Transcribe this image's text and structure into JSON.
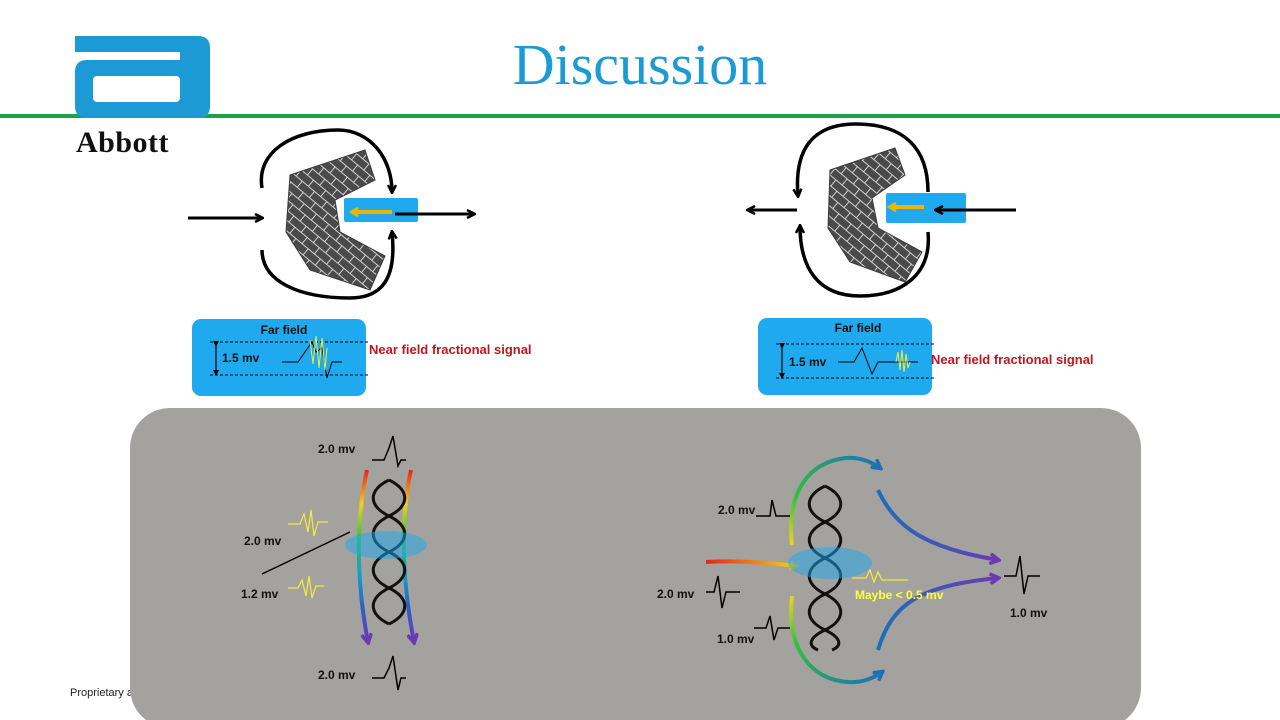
{
  "title": "Discussion",
  "brand": "Abbott",
  "footer": "Proprietary a",
  "colors": {
    "title": "#1b9ad6",
    "rule": "#1aa34a",
    "logo": "#1b9ad6",
    "signal_box": "#1faaf0",
    "panel": "#a3a29e",
    "note": "#c0171e"
  },
  "top_left": {
    "box_title": "Far field",
    "amplitude": "1.5 mv",
    "note": "Near field fractional signal"
  },
  "top_right": {
    "box_title": "Far field",
    "amplitude": "1.5 mv",
    "note": "Near field fractional signal"
  },
  "bottom_left": {
    "top_label": "2.0 mv",
    "upper_label": "2.0 mv",
    "lower_label": "1.2 mv",
    "bottom_label": "2.0 mv"
  },
  "bottom_right": {
    "upper_label": "2.0 mv",
    "middle_label": "2.0 mv",
    "lower_label": "1.0 mv",
    "maybe_label": "Maybe  < 0.5 mv",
    "out_label": "1.0 mv"
  }
}
